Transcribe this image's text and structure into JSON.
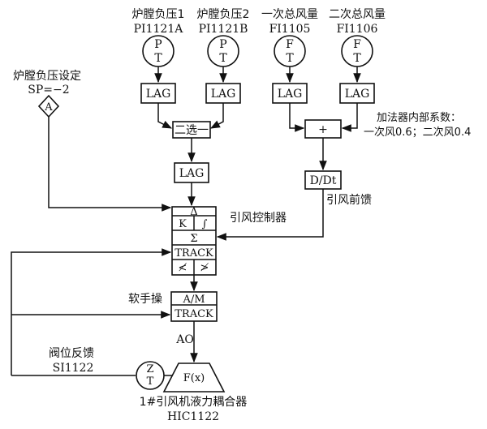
{
  "transmitters": [
    {
      "label": "炉膛负压1",
      "tag": "PI1121A",
      "top": "P",
      "bottom": "T"
    },
    {
      "label": "炉膛负压2",
      "tag": "PI1121B",
      "top": "P",
      "bottom": "T"
    },
    {
      "label": "一次总风量",
      "tag": "FI1105",
      "top": "F",
      "bottom": "T"
    },
    {
      "label": "二次总风量",
      "tag": "FI1106",
      "top": "F",
      "bottom": "T"
    }
  ],
  "setpoint": {
    "label": "炉膛负压设定",
    "value": "SP=−2",
    "symbol": "A"
  },
  "blocks": {
    "lag": "LAG",
    "select": "二选一",
    "adder": "+",
    "derivative": "D/Dt",
    "ctrl_delta": "Δ",
    "ctrl_k": "K",
    "ctrl_int": "∫",
    "ctrl_sum": "Σ",
    "ctrl_track": "TRACK",
    "ctrl_limit_left": "≮",
    "ctrl_limit_right": "≯",
    "am": "A/M",
    "am_track": "TRACK",
    "func": "F(x)"
  },
  "labels": {
    "adder_note_1": "加法器内部系数：",
    "adder_note_2": "一次风0.6；二次风0.4",
    "controller": "引风控制器",
    "feedforward": "引风前馈",
    "soft_manual": "软手操",
    "ao": "AO",
    "valve_feedback": "阀位反馈",
    "valve_tag": "SI1122",
    "coupler": "1#引风机液力耦合器",
    "coupler_tag": "HIC1122"
  },
  "valve_transmitter": {
    "top": "Z",
    "bottom": "T"
  }
}
